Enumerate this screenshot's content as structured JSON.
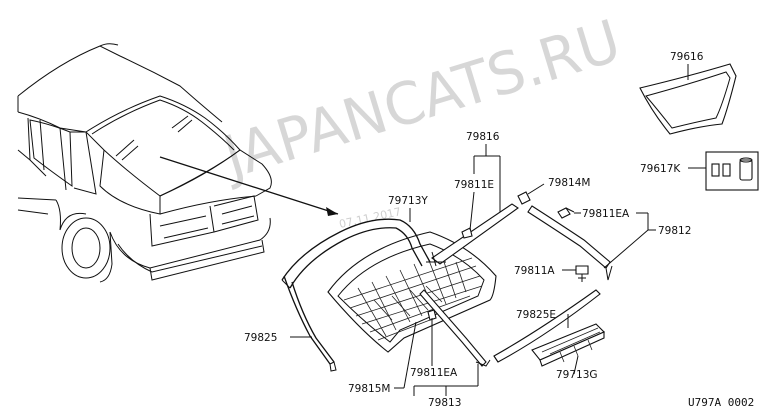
{
  "diagram": {
    "watermark": "JAPANCATS.RU",
    "date_stamp": "07.11.2017",
    "figure_code": "U797A 0002",
    "part_labels": {
      "p79616": "79616",
      "p79617K": "79617K",
      "p79816": "79816",
      "p79811E": "79811E",
      "p79814M": "79814M",
      "p79713Y": "79713Y",
      "p79811EA_top": "79811EA",
      "p79812": "79812",
      "p79811A": "79811A",
      "p79825E": "79825E",
      "p79713G": "79713G",
      "p79825": "79825",
      "p79815M": "79815M",
      "p79811EA_bottom": "79811EA",
      "p79813": "79813"
    }
  }
}
